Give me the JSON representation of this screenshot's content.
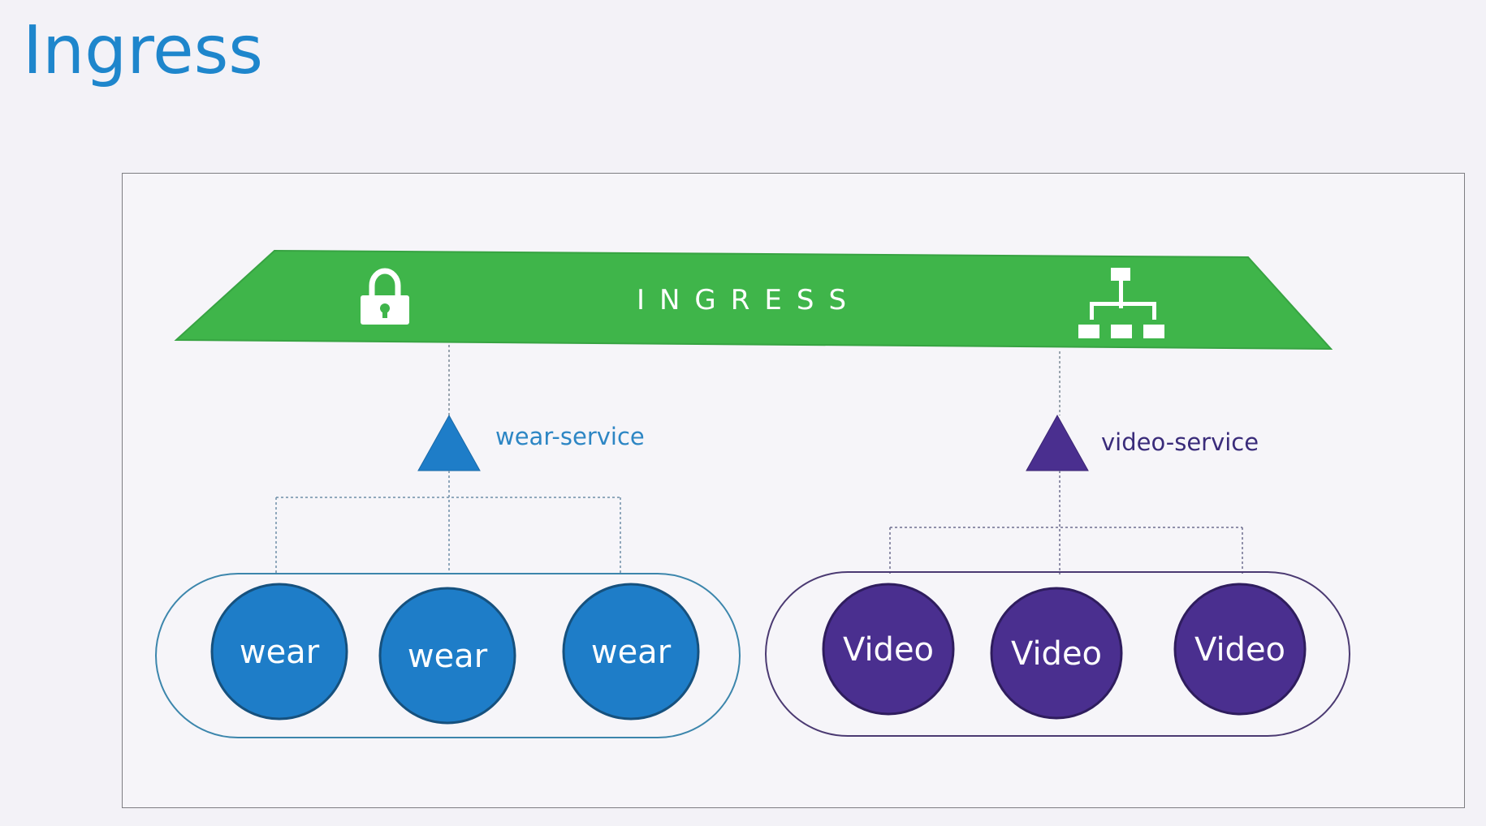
{
  "slide": {
    "title": "Ingress"
  },
  "ingress": {
    "label": "INGRESS",
    "color": "#3fb54a",
    "icons": [
      "lock-icon",
      "hierarchy-icon"
    ]
  },
  "services": [
    {
      "name": "wear-service",
      "color": "#1e7dc8",
      "label_color": "#2d86c4",
      "pods": [
        "wear",
        "wear",
        "wear"
      ]
    },
    {
      "name": "video-service",
      "color": "#4a2f8f",
      "label_color": "#3a2c7a",
      "pods": [
        "Video",
        "Video",
        "Video"
      ]
    }
  ],
  "colors": {
    "background": "#f3f2f7",
    "title": "#1e86cc",
    "wear_group_border": "#3c86ac",
    "video_group_border": "#4b3a72"
  }
}
